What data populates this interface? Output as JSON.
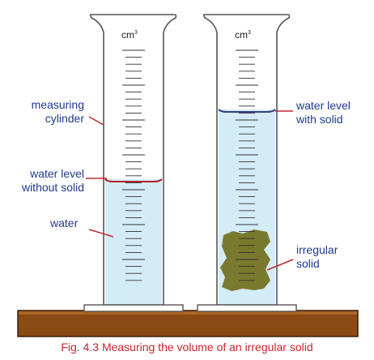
{
  "figure": {
    "caption": "Fig. 4.3 Measuring the volume of an irregular solid",
    "unit_left": "cm",
    "unit_right": "cm",
    "unit_superscript": "3"
  },
  "labels": {
    "measuring_cylinder": [
      "measuring",
      "cylinder"
    ],
    "water_level_without_solid": [
      "water level",
      "without solid"
    ],
    "water": "water",
    "water_level_with_solid": [
      "water level",
      "with solid"
    ],
    "irregular_solid": [
      "irregular",
      "solid"
    ]
  },
  "colors": {
    "label_text": "#1f3a8f",
    "caption_text": "#c4262e",
    "water": "#d4ecf8",
    "meniscus": "#b0202a",
    "leader_line": "#c4262e",
    "solid_fill": "#7a7a2e",
    "bench_top": "#8a4a14",
    "bench_edge": "#3a1e08"
  }
}
